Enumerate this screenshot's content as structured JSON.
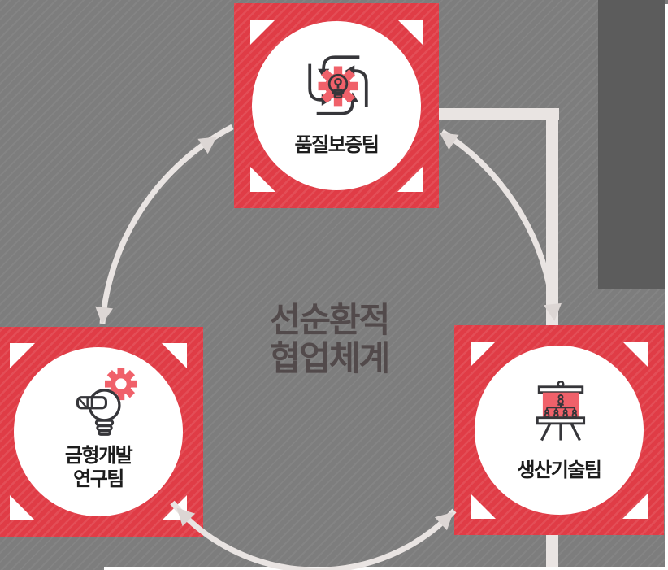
{
  "title": {
    "lines": [
      "선순환적",
      "협업체계"
    ]
  },
  "nodes": {
    "top": {
      "label": "품질보증팀",
      "icon": "cycle-gear-bulb-icon"
    },
    "bottom_left": {
      "label_lines": [
        "금형개발",
        "연구팀"
      ],
      "icon": "bulb-pencil-gear-icon"
    },
    "bottom_right": {
      "label": "생산기술팀",
      "icon": "presentation-orgchart-icon"
    }
  },
  "colors": {
    "background_gray": "#7d7d7d",
    "background_dark_panel": "#5c5c5c",
    "node_red": "#e03c46",
    "icon_red": "#f0616a",
    "icon_dark": "#36363a",
    "connector_light": "#e9e4e2",
    "arrowhead_light": "#dcd6d4",
    "title_text": "#524a4b",
    "label_text": "#1d1d1d",
    "page_edge_white": "#ffffff"
  }
}
